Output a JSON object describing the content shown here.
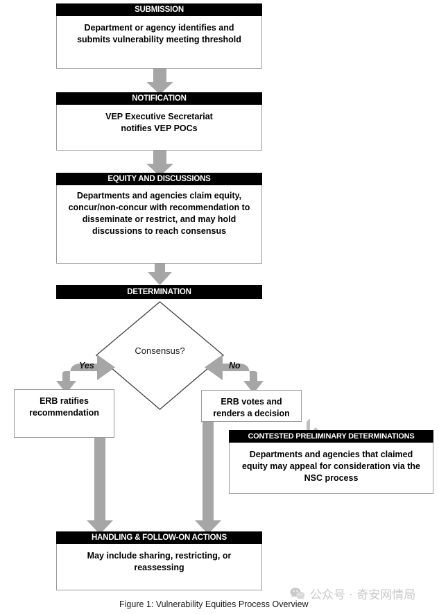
{
  "figure": {
    "caption": "Figure 1: Vulnerability Equities Process Overview",
    "watermark": "公众号 · 奇安网情局",
    "colors": {
      "header_bg": "#000000",
      "header_text": "#ffffff",
      "box_border": "#9a9a9a",
      "arrow_fill": "#a6a6a6",
      "diamond_stroke": "#3f3f3f",
      "caption_text": "#1a1a1a",
      "watermark_text": "#c9c9c9"
    }
  },
  "nodes": {
    "submission": {
      "header": "SUBMISSION",
      "body": "Department or agency identifies and submits vulnerability meeting threshold"
    },
    "notification": {
      "header": "NOTIFICATION",
      "body": "VEP Executive Secretariat notifies VEP POCs"
    },
    "equity": {
      "header": "EQUITY AND DISCUSSIONS",
      "body": "Departments and agencies claim equity, concur/non-concur with recommendation to disseminate or restrict, and may hold discussions to reach consensus"
    },
    "determination": {
      "header": "DETERMINATION",
      "decision": "Consensus?"
    },
    "erb_ratifies": {
      "body": "ERB ratifies recommendation"
    },
    "erb_votes": {
      "body": "ERB votes and renders a decision"
    },
    "contested": {
      "header": "CONTESTED PRELIMINARY DETERMINATIONS",
      "body": "Departments and agencies that claimed equity may appeal for consideration via the NSC process"
    },
    "handling": {
      "header": "HANDLING & FOLLOW-ON ACTIONS",
      "body": "May include sharing, restricting, or reassessing"
    }
  },
  "branches": {
    "yes": "Yes",
    "no": "No"
  }
}
